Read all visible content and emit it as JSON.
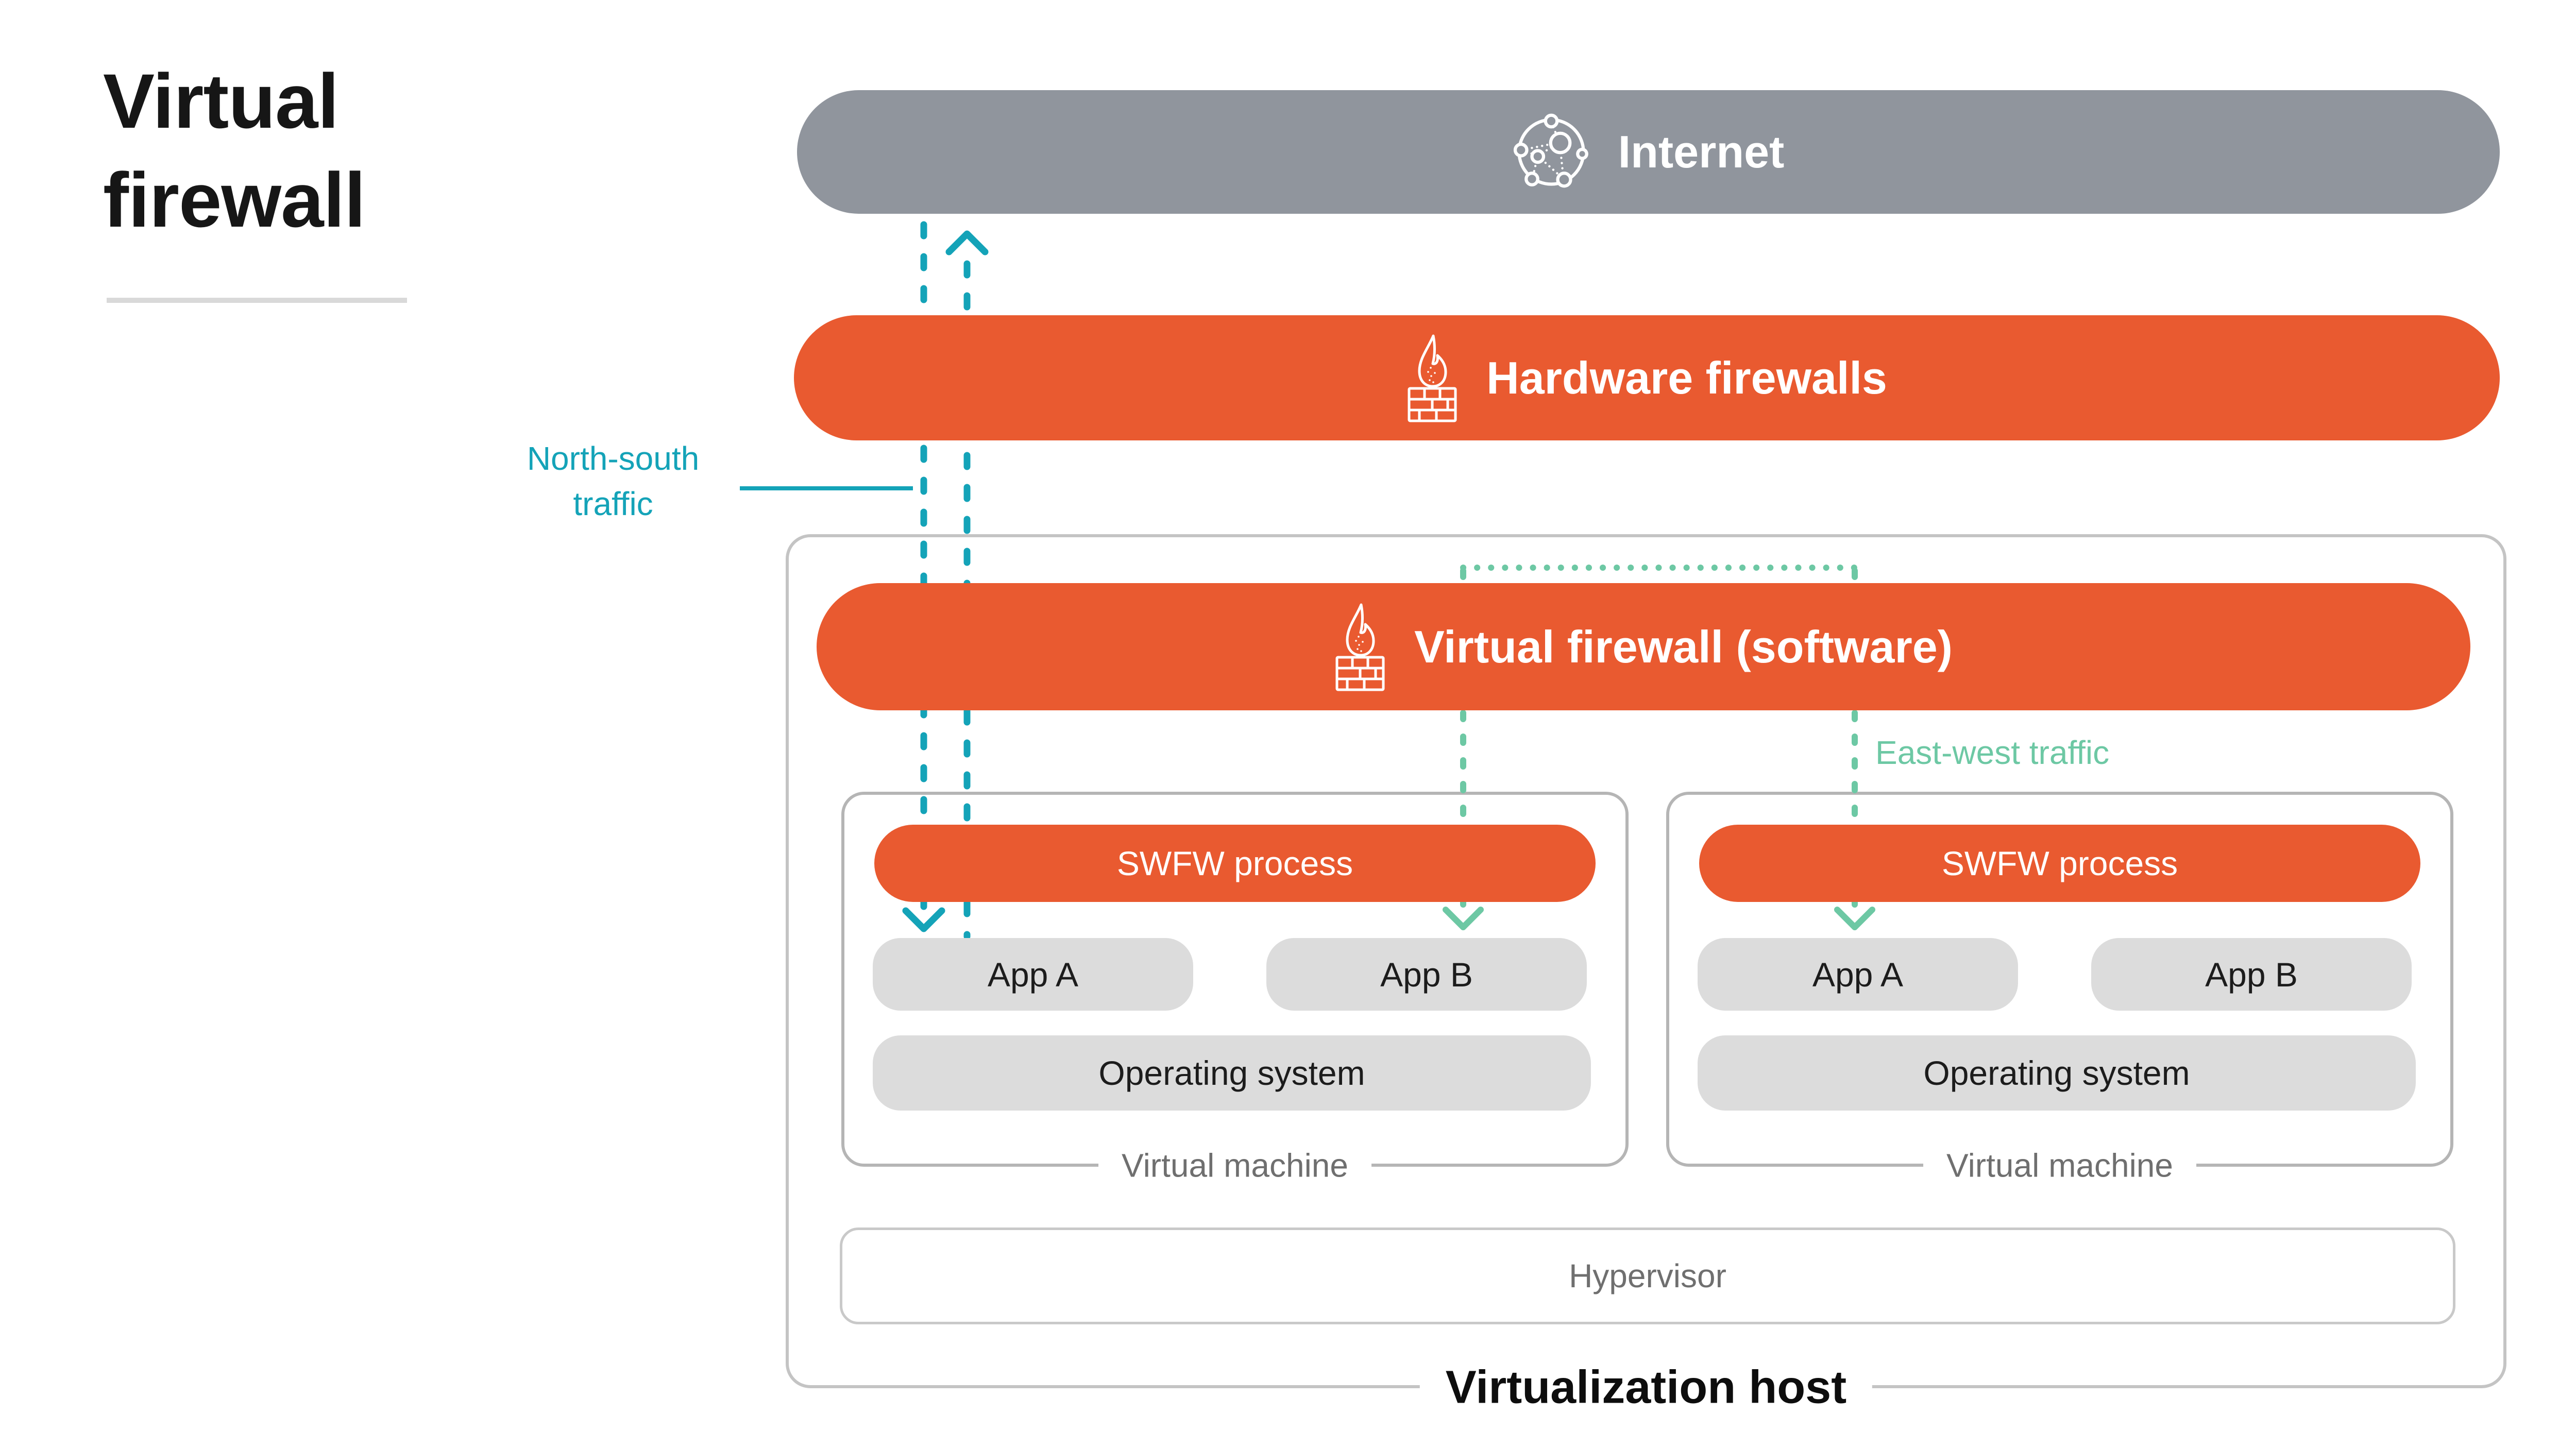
{
  "title": "Virtual firewall",
  "layers": {
    "internet": {
      "label": "Internet",
      "icon": "globe-network-icon"
    },
    "hardware_firewalls": {
      "label": "Hardware firewalls",
      "icon": "firewall-flame-brick-icon"
    },
    "virtual_firewall": {
      "label": "Virtual firewall (software)",
      "icon": "firewall-flame-brick-icon"
    }
  },
  "traffic": {
    "north_south": "North-south traffic",
    "east_west": "East-west traffic"
  },
  "virtual_machine": {
    "swfw_process": "SWFW process",
    "app_a": "App A",
    "app_b": "App B",
    "operating_system": "Operating system",
    "caption": "Virtual machine"
  },
  "host": {
    "hypervisor": "Hypervisor",
    "caption": "Virtualization host"
  },
  "colors": {
    "orange": "#E95A30",
    "slate_gray": "#90959D",
    "teal": "#14A3B8",
    "mint": "#6DC8A4",
    "pill_gray": "#DCDCDC",
    "box_border": "#B5B5B5",
    "host_border": "#C4C4C4",
    "hypervisor_border": "#C9C9C9",
    "muted_text": "#6F6F6F",
    "divider": "#D9D9D9",
    "ink": "#111111"
  }
}
